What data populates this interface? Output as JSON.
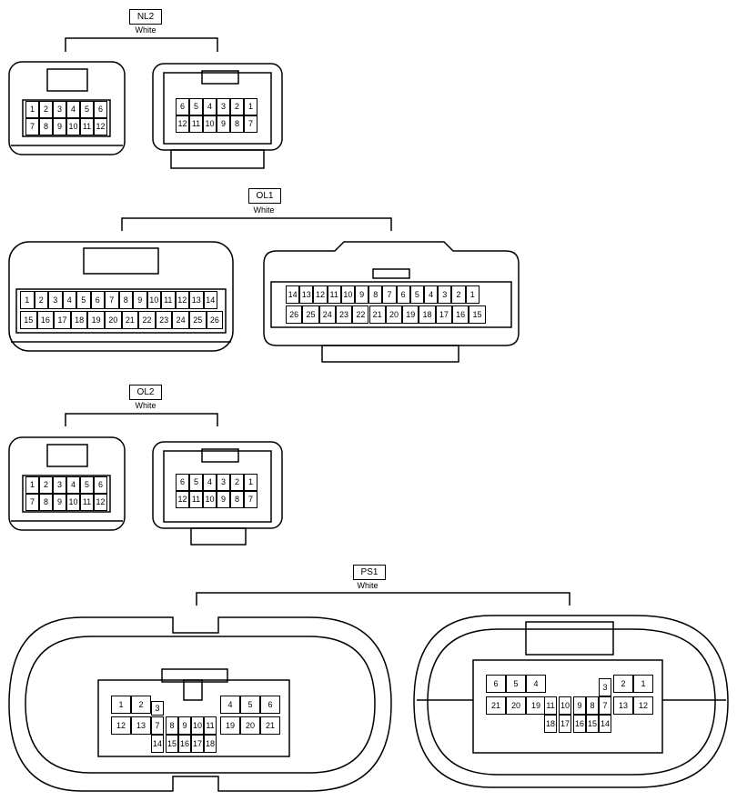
{
  "connectors": [
    {
      "id": "NL2",
      "color": "White"
    },
    {
      "id": "OL1",
      "color": "White"
    },
    {
      "id": "OL2",
      "color": "White"
    },
    {
      "id": "PS1",
      "color": "White"
    }
  ],
  "pins": {
    "nl2_left_top": [
      "1",
      "2",
      "3",
      "4",
      "5",
      "6"
    ],
    "nl2_left_bot": [
      "7",
      "8",
      "9",
      "10",
      "11",
      "12"
    ],
    "nl2_right_top": [
      "6",
      "5",
      "4",
      "3",
      "2",
      "1"
    ],
    "nl2_right_bot": [
      "12",
      "11",
      "10",
      "9",
      "8",
      "7"
    ],
    "ol1_left_top": [
      "1",
      "2",
      "3",
      "4",
      "5",
      "6",
      "7",
      "8",
      "9",
      "10",
      "11",
      "12",
      "13",
      "14"
    ],
    "ol1_left_bot": [
      "15",
      "16",
      "17",
      "18",
      "19",
      "20",
      "21",
      "22",
      "23",
      "24",
      "25",
      "26"
    ],
    "ol1_right_top": [
      "14",
      "13",
      "12",
      "11",
      "10",
      "9",
      "8",
      "7",
      "6",
      "5",
      "4",
      "3",
      "2",
      "1"
    ],
    "ol1_right_bot": [
      "26",
      "25",
      "24",
      "23",
      "22",
      "21",
      "20",
      "19",
      "18",
      "17",
      "16",
      "15"
    ],
    "ol2_left_top": [
      "1",
      "2",
      "3",
      "4",
      "5",
      "6"
    ],
    "ol2_left_bot": [
      "7",
      "8",
      "9",
      "10",
      "11",
      "12"
    ],
    "ol2_right_top": [
      "6",
      "5",
      "4",
      "3",
      "2",
      "1"
    ],
    "ol2_right_bot": [
      "12",
      "11",
      "10",
      "9",
      "8",
      "7"
    ],
    "ps1_left": [
      "1",
      "2",
      "3",
      "4",
      "5",
      "6",
      "12",
      "13",
      "7",
      "8",
      "9",
      "10",
      "11",
      "19",
      "20",
      "21",
      "14",
      "15",
      "16",
      "17",
      "18"
    ],
    "ps1_right": [
      "6",
      "5",
      "4",
      "3",
      "2",
      "1",
      "21",
      "20",
      "19",
      "11",
      "10",
      "9",
      "8",
      "7",
      "13",
      "12",
      "18",
      "17",
      "16",
      "15",
      "14"
    ]
  }
}
